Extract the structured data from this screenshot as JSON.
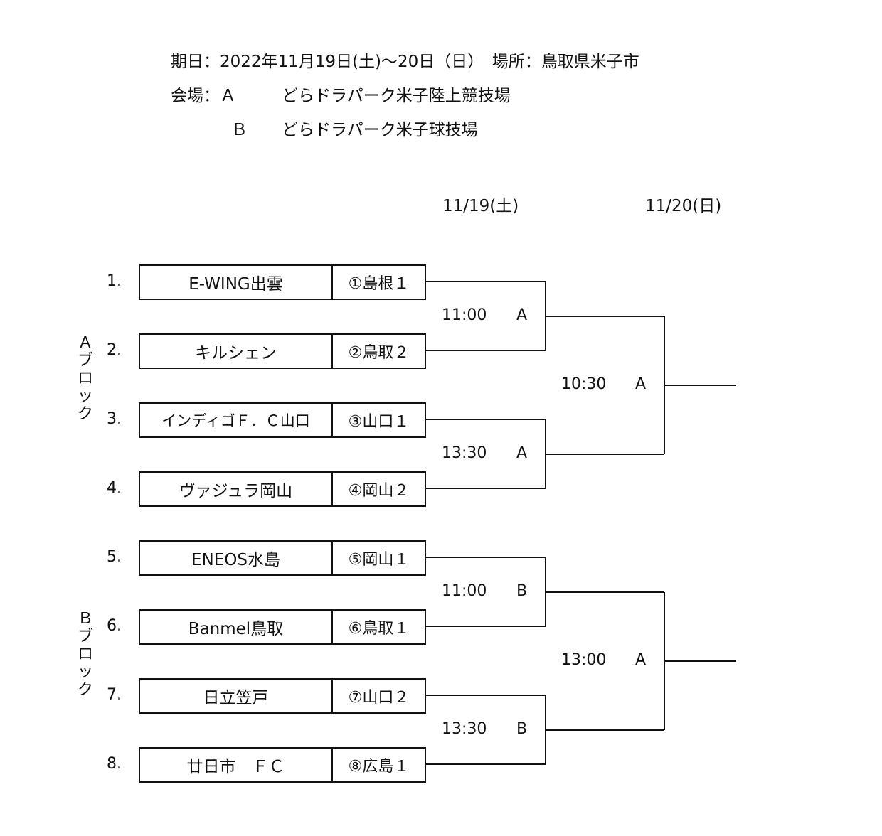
{
  "header": {
    "line1": "期日：2022年11月19日(土)～20日（日）　場所：鳥取県米子市",
    "venue_label": "会場：Ａ",
    "venue_a": "どらドラパーク米子陸上競技場",
    "venue_b_key": "Ｂ",
    "venue_b": "どらドラパーク米子球技場"
  },
  "dates": {
    "day1": "11/19(土)",
    "day2": "11/20(日)"
  },
  "blocks": [
    {
      "label": "Ａブロック"
    },
    {
      "label": "Ｂブロック"
    }
  ],
  "teams": [
    {
      "num": "1.",
      "name": "E-WING出雲",
      "seed": "①島根１"
    },
    {
      "num": "2.",
      "name": "キルシェン",
      "seed": "②鳥取２"
    },
    {
      "num": "3.",
      "name": "インディゴＦ．Ｃ山口",
      "seed": "③山口１"
    },
    {
      "num": "4.",
      "name": "ヴァジュラ岡山",
      "seed": "④岡山２"
    },
    {
      "num": "5.",
      "name": "ENEOS水島",
      "seed": "⑤岡山１"
    },
    {
      "num": "6.",
      "name": "Banmel鳥取",
      "seed": "⑥鳥取１"
    },
    {
      "num": "7.",
      "name": "日立笠戸",
      "seed": "⑦山口２"
    },
    {
      "num": "8.",
      "name": "廿日市　ＦＣ",
      "seed": "⑧広島１"
    }
  ],
  "matches_r1": [
    {
      "time": "11:00",
      "venue": "A"
    },
    {
      "time": "13:30",
      "venue": "A"
    },
    {
      "time": "11:00",
      "venue": "B"
    },
    {
      "time": "13:30",
      "venue": "B"
    }
  ],
  "matches_r2": [
    {
      "time": "10:30",
      "venue": "A"
    },
    {
      "time": "13:00",
      "venue": "A"
    }
  ]
}
